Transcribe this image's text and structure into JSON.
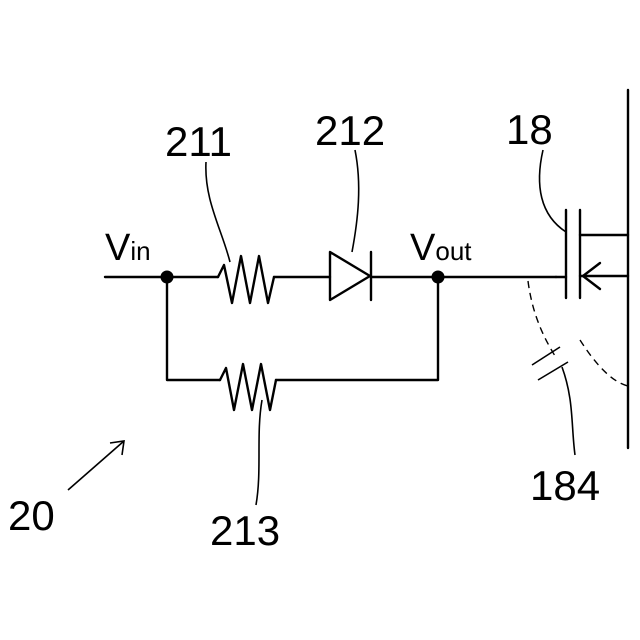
{
  "labels": {
    "resistor_211": "211",
    "diode_212": "212",
    "transistor_18": "18",
    "resistor_213": "213",
    "capacitance_184": "184",
    "circuit_20": "20",
    "vin_main": "V",
    "vin_sub": "in",
    "vout_main": "V",
    "vout_sub": "out"
  }
}
